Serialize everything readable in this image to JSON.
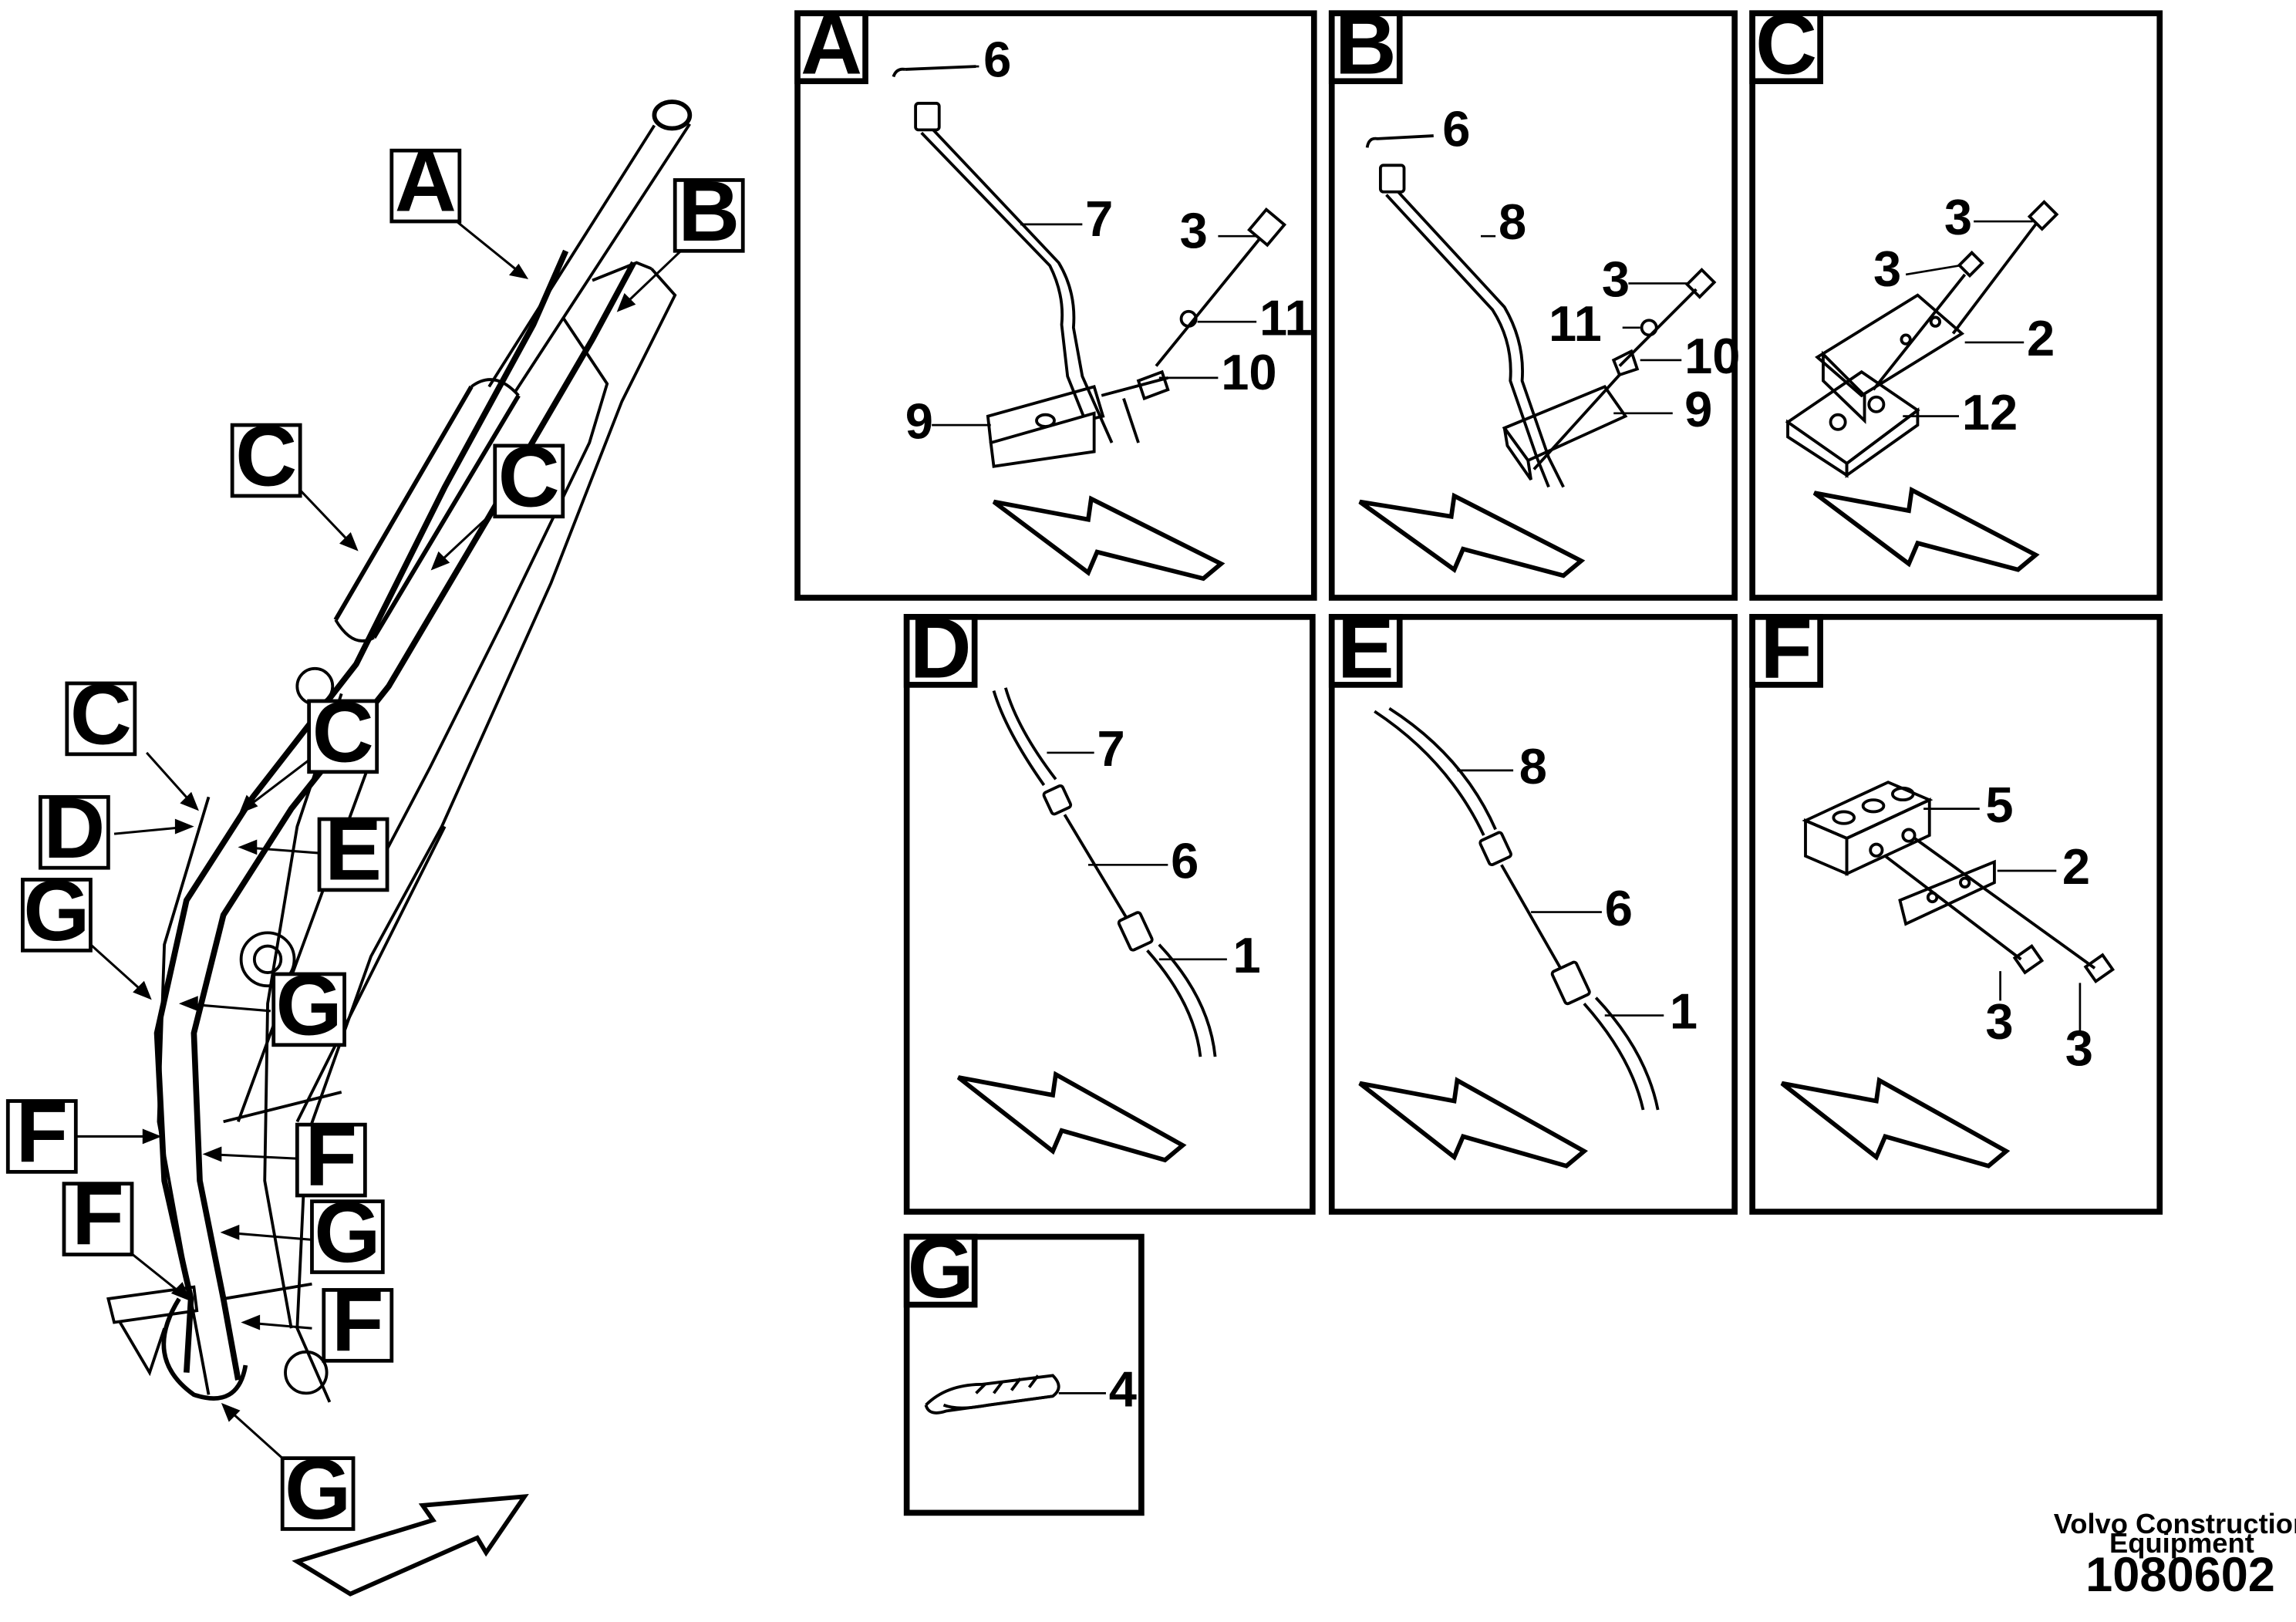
{
  "figure_id": "1080602",
  "footer": {
    "line1": "Volvo Construction",
    "line2": "Equipment",
    "number": "1080602"
  },
  "overview_callouts": [
    "A",
    "B",
    "C",
    "C",
    "C",
    "C",
    "D",
    "E",
    "G",
    "G",
    "F",
    "F",
    "F",
    "G",
    "F",
    "G"
  ],
  "panels": {
    "A": {
      "label": "A",
      "parts": [
        "6",
        "7",
        "3",
        "11",
        "10",
        "9"
      ]
    },
    "B": {
      "label": "B",
      "parts": [
        "6",
        "8",
        "3",
        "11",
        "10",
        "9"
      ]
    },
    "C": {
      "label": "C",
      "parts": [
        "3",
        "3",
        "2",
        "12"
      ]
    },
    "D": {
      "label": "D",
      "parts": [
        "7",
        "6",
        "1"
      ]
    },
    "E": {
      "label": "E",
      "parts": [
        "8",
        "6",
        "1"
      ]
    },
    "F": {
      "label": "F",
      "parts": [
        "5",
        "2",
        "3",
        "3"
      ]
    },
    "G": {
      "label": "G",
      "parts": [
        "4"
      ]
    }
  }
}
